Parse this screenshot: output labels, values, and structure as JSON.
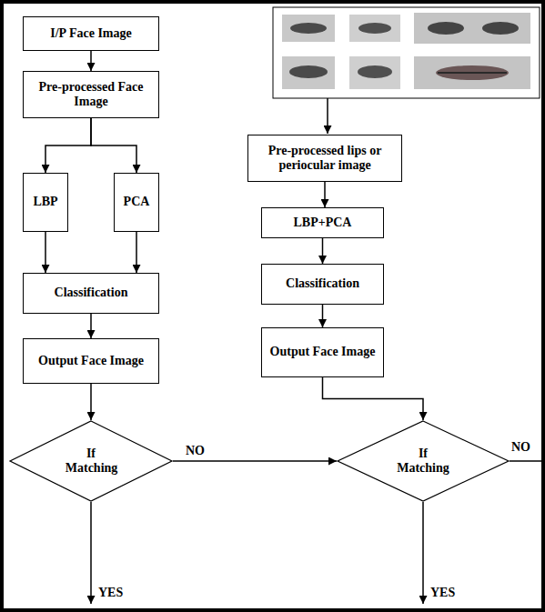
{
  "diagram": {
    "nodes": [
      {
        "text": [
          "I/P Face Image"
        ]
      },
      {
        "text": [
          "Pre-processed Face Image"
        ]
      },
      {
        "text": [
          "LBP"
        ]
      },
      {
        "text": [
          "PCA"
        ]
      },
      {
        "text": [
          "Classification"
        ]
      },
      {
        "text": [
          "Output Face Image"
        ]
      },
      {
        "text": [
          "If Matching"
        ]
      },
      {
        "text": [
          "Pre-processed lips or periocular image"
        ]
      },
      {
        "text": [
          "LBP+PCA"
        ]
      },
      {
        "text": [
          "Classification"
        ]
      },
      {
        "text": [
          "Output Face Image"
        ]
      },
      {
        "text": [
          "If Matching"
        ]
      }
    ],
    "edges": [
      {
        "from": 0,
        "to": 1,
        "arrow": "to"
      },
      {
        "from": 1,
        "to": 2,
        "arrow": "to"
      },
      {
        "from": 1,
        "to": 3,
        "arrow": "to"
      },
      {
        "from": 2,
        "to": 4,
        "arrow": "to"
      },
      {
        "from": 3,
        "to": 4,
        "arrow": "to"
      },
      {
        "from": 4,
        "to": 5,
        "arrow": "to"
      },
      {
        "from": 5,
        "to": 6,
        "arrow": "to"
      },
      {
        "from": 6,
        "to": 11,
        "label": "NO",
        "arrow": "to"
      },
      {
        "from": 7,
        "to": 8,
        "arrow": "to"
      },
      {
        "from": 8,
        "to": 9,
        "arrow": "to"
      },
      {
        "from": 9,
        "to": 10,
        "arrow": "to"
      },
      {
        "from": 10,
        "to": 11,
        "arrow": "to"
      }
    ],
    "labels": [
      "NO",
      "YES",
      "YES"
    ]
  }
}
